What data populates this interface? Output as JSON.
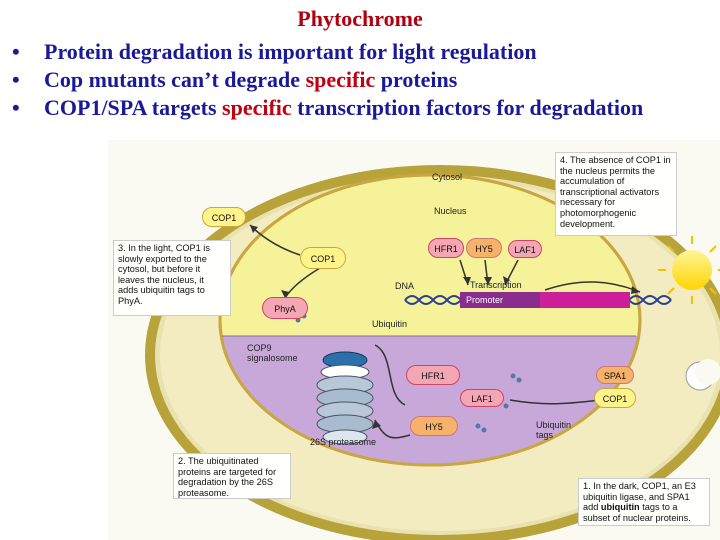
{
  "slide": {
    "title": "Phytochrome",
    "bullets": [
      {
        "pre": "Protein degradation is important for light regulation",
        "hl": "",
        "post": ""
      },
      {
        "pre": "Cop mutants can’t degrade ",
        "hl": "specific",
        "post": " proteins"
      },
      {
        "pre": "COP1/SPA targets ",
        "hl": "specific",
        "post": " transcription factors for degradation"
      }
    ],
    "bullet_glyph": "•"
  },
  "figure": {
    "labels": {
      "cytosol": "Cytosol",
      "nucleus": "Nucleus",
      "dna": "DNA",
      "transcription": "Transcription",
      "promoter": "Promoter",
      "ubiquitin": "Ubiquitin",
      "cop9": "COP9\nsignalosome",
      "proteasome": "26S proteasome",
      "ubiquitin_tags": "Ubiquitin\ntags"
    },
    "proteins": {
      "cop1_cytosol": "COP1",
      "cop1_nucleus": "COP1",
      "phya": "PhyA",
      "hfr1_top": "HFR1",
      "hy5_top": "HY5",
      "laf1_top": "LAF1",
      "hfr1_bottom": "HFR1",
      "laf1_bottom": "LAF1",
      "hy5_bottom": "HY5",
      "spa1": "SPA1",
      "cop1_bottom": "COP1"
    },
    "notes": {
      "n1_pre": "1. In the dark, COP1, an E3 ubiquitin ligase, and SPA1 add ",
      "n1_bold": "ubiquitin",
      "n1_post": " tags to a subset of nuclear proteins.",
      "n2": "2. The ubiquitinated proteins are targeted for degradation by the 26S proteasome.",
      "n3": "3. In the light, COP1 is slowly exported to the cytosol, but before it leaves the nucleus, it adds ubiquitin tags to PhyA.",
      "n4": "4. The absence of COP1 in the nucleus permits the accumulation of transcriptional activators necessary for photomorphogenic development."
    },
    "icons": [
      "sun-icon",
      "moon-icon"
    ],
    "colors": {
      "cell_wall": "#b8a33a",
      "cytosol_fill": "#f3ecc0",
      "nucleus_light": "#f5f29a",
      "nucleus_dark": "#c8a8d8",
      "protein_orange": "#f6b26b",
      "protein_pink": "#f4a6b4",
      "protein_yellow": "#fff38a",
      "promoter_purple": "#8b2c8f",
      "coding_magenta": "#cc1f99"
    }
  }
}
